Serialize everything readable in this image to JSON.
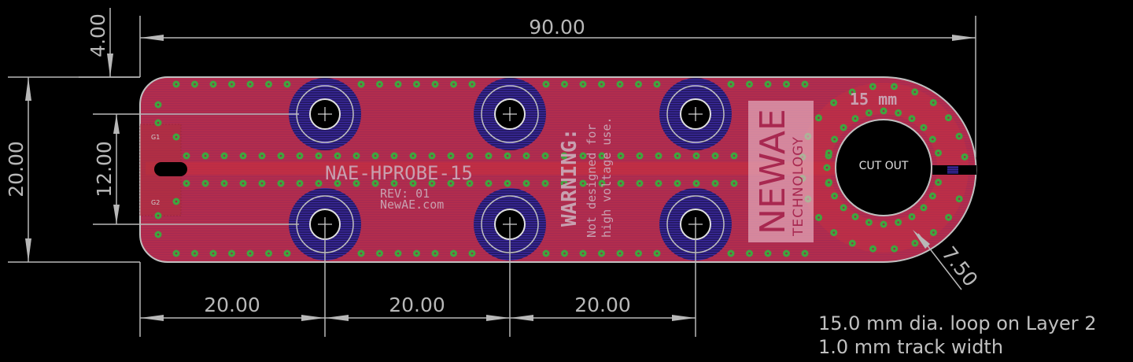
{
  "dimensions": {
    "overall_length": "90.00",
    "top_offset": "4.00",
    "board_width": "20.00",
    "coil_spacing": "12.00",
    "pitch_1": "20.00",
    "pitch_2": "20.00",
    "pitch_3": "20.00",
    "loop_radius": "7.50"
  },
  "silkscreen": {
    "part_name": "NAE-HPROBE-15",
    "revision": "REV: 01",
    "website": "NewAE.com",
    "warning_title": "WARNING:",
    "warning_line1": "Not designed for",
    "warning_line2": "high voltage use.",
    "loop_size": "15 mm",
    "cutout": "CUT OUT",
    "logo_main": "NEWAE",
    "logo_sub": "TECHNOLOGY",
    "pad_label_top": "G1",
    "pad_label_bottom": "G2"
  },
  "notes": {
    "line1": "15.0 mm dia. loop on Layer 2",
    "line2": "1.0 mm track width"
  },
  "colors": {
    "background": "#000000",
    "board": "#a8284e",
    "via": "#3fa63f",
    "ring": "#3a2a9c",
    "dimension": "#b8b8b8"
  }
}
